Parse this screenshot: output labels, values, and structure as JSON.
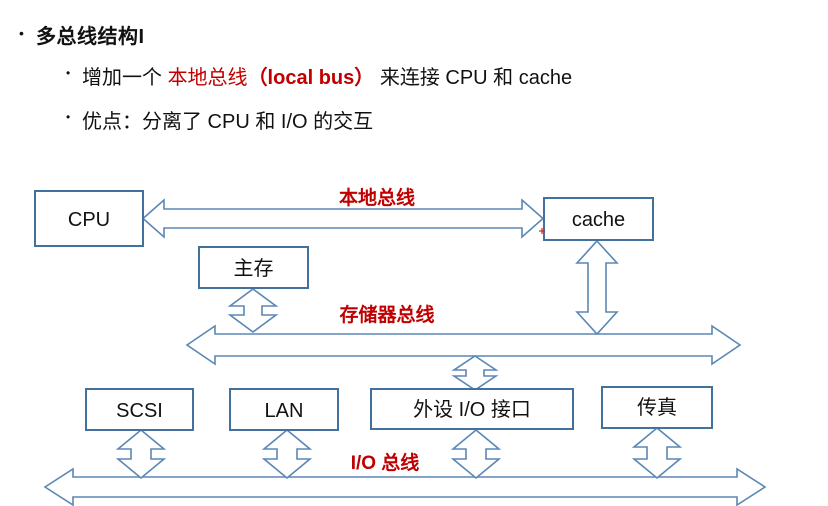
{
  "slide": {
    "title_marker": "•",
    "title": "多总线结构I",
    "bullet2": {
      "marker": "•",
      "prefix": "增加一个 ",
      "red_text": "本地总线",
      "red_bold_text": "（local bus）",
      "suffix": " 来连接 CPU 和 cache"
    },
    "bullet3": {
      "marker": "•",
      "text": "优点：分离了 CPU 和 I/O 的交互"
    }
  },
  "diagram": {
    "boxes": {
      "cpu": "CPU",
      "cache": "cache",
      "main_memory": "主存",
      "scsi": "SCSI",
      "lan": "LAN",
      "peripheral_io": "外设 I/O 接口",
      "fax": "传真"
    },
    "bus_labels": {
      "local_bus": "本地总线",
      "memory_bus": "存储器总线",
      "io_bus": "I/O 总线"
    },
    "colors": {
      "box_border": "#41719c",
      "arrow_stroke": "#5b87b5",
      "label_red": "#c00000"
    }
  }
}
